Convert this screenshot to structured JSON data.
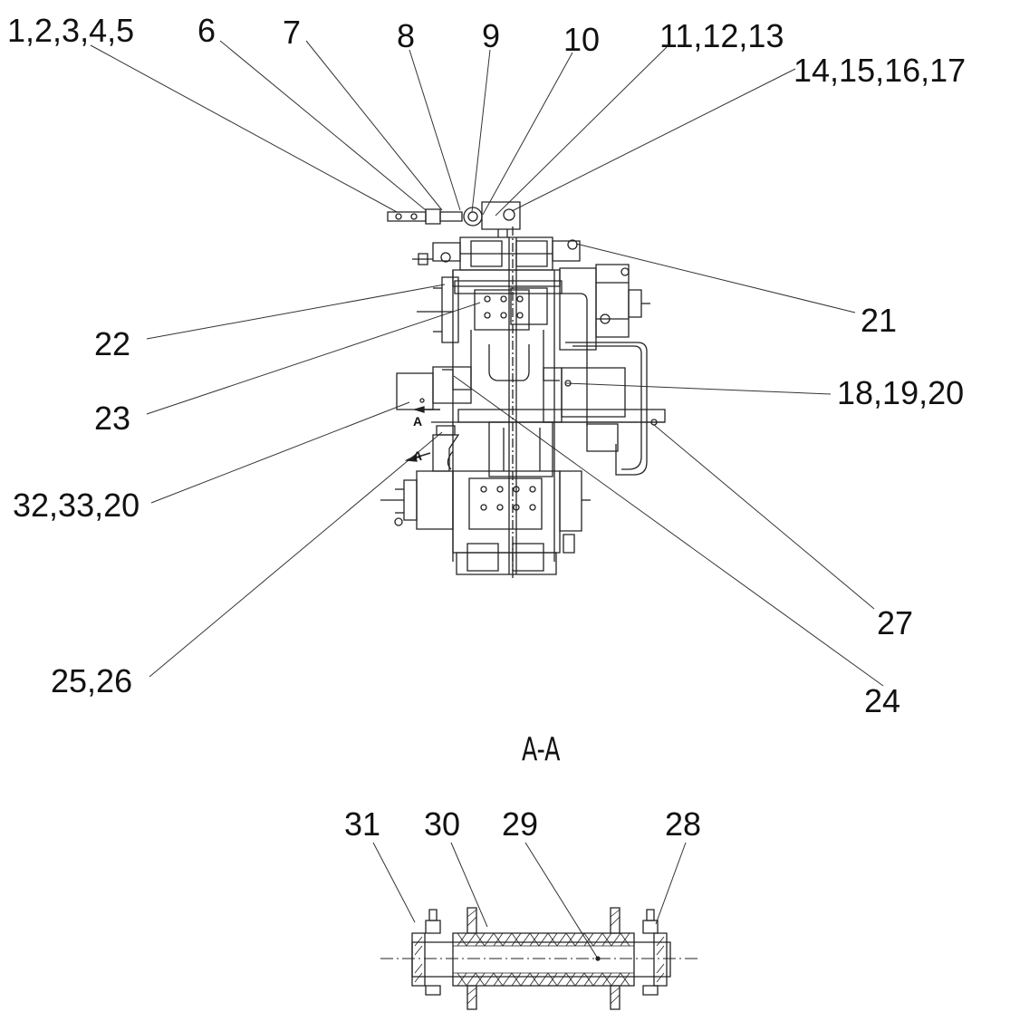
{
  "callouts": {
    "c1": "1,2,3,4,5",
    "c6": "6",
    "c7": "7",
    "c8": "8",
    "c9": "9",
    "c10": "10",
    "c11": "11,12,13",
    "c14": "14,15,16,17",
    "c21": "21",
    "c22": "22",
    "c23": "23",
    "c18": "18,19,20",
    "c32": "32,33,20",
    "c27": "27",
    "c25": "25,26",
    "c24": "24",
    "c31": "31",
    "c30": "30",
    "c29": "29",
    "c28": "28"
  },
  "section_title": "A-A",
  "section_markers": {
    "upper": "A",
    "lower": "A"
  },
  "colors": {
    "ink": "#111111",
    "background": "#ffffff"
  }
}
